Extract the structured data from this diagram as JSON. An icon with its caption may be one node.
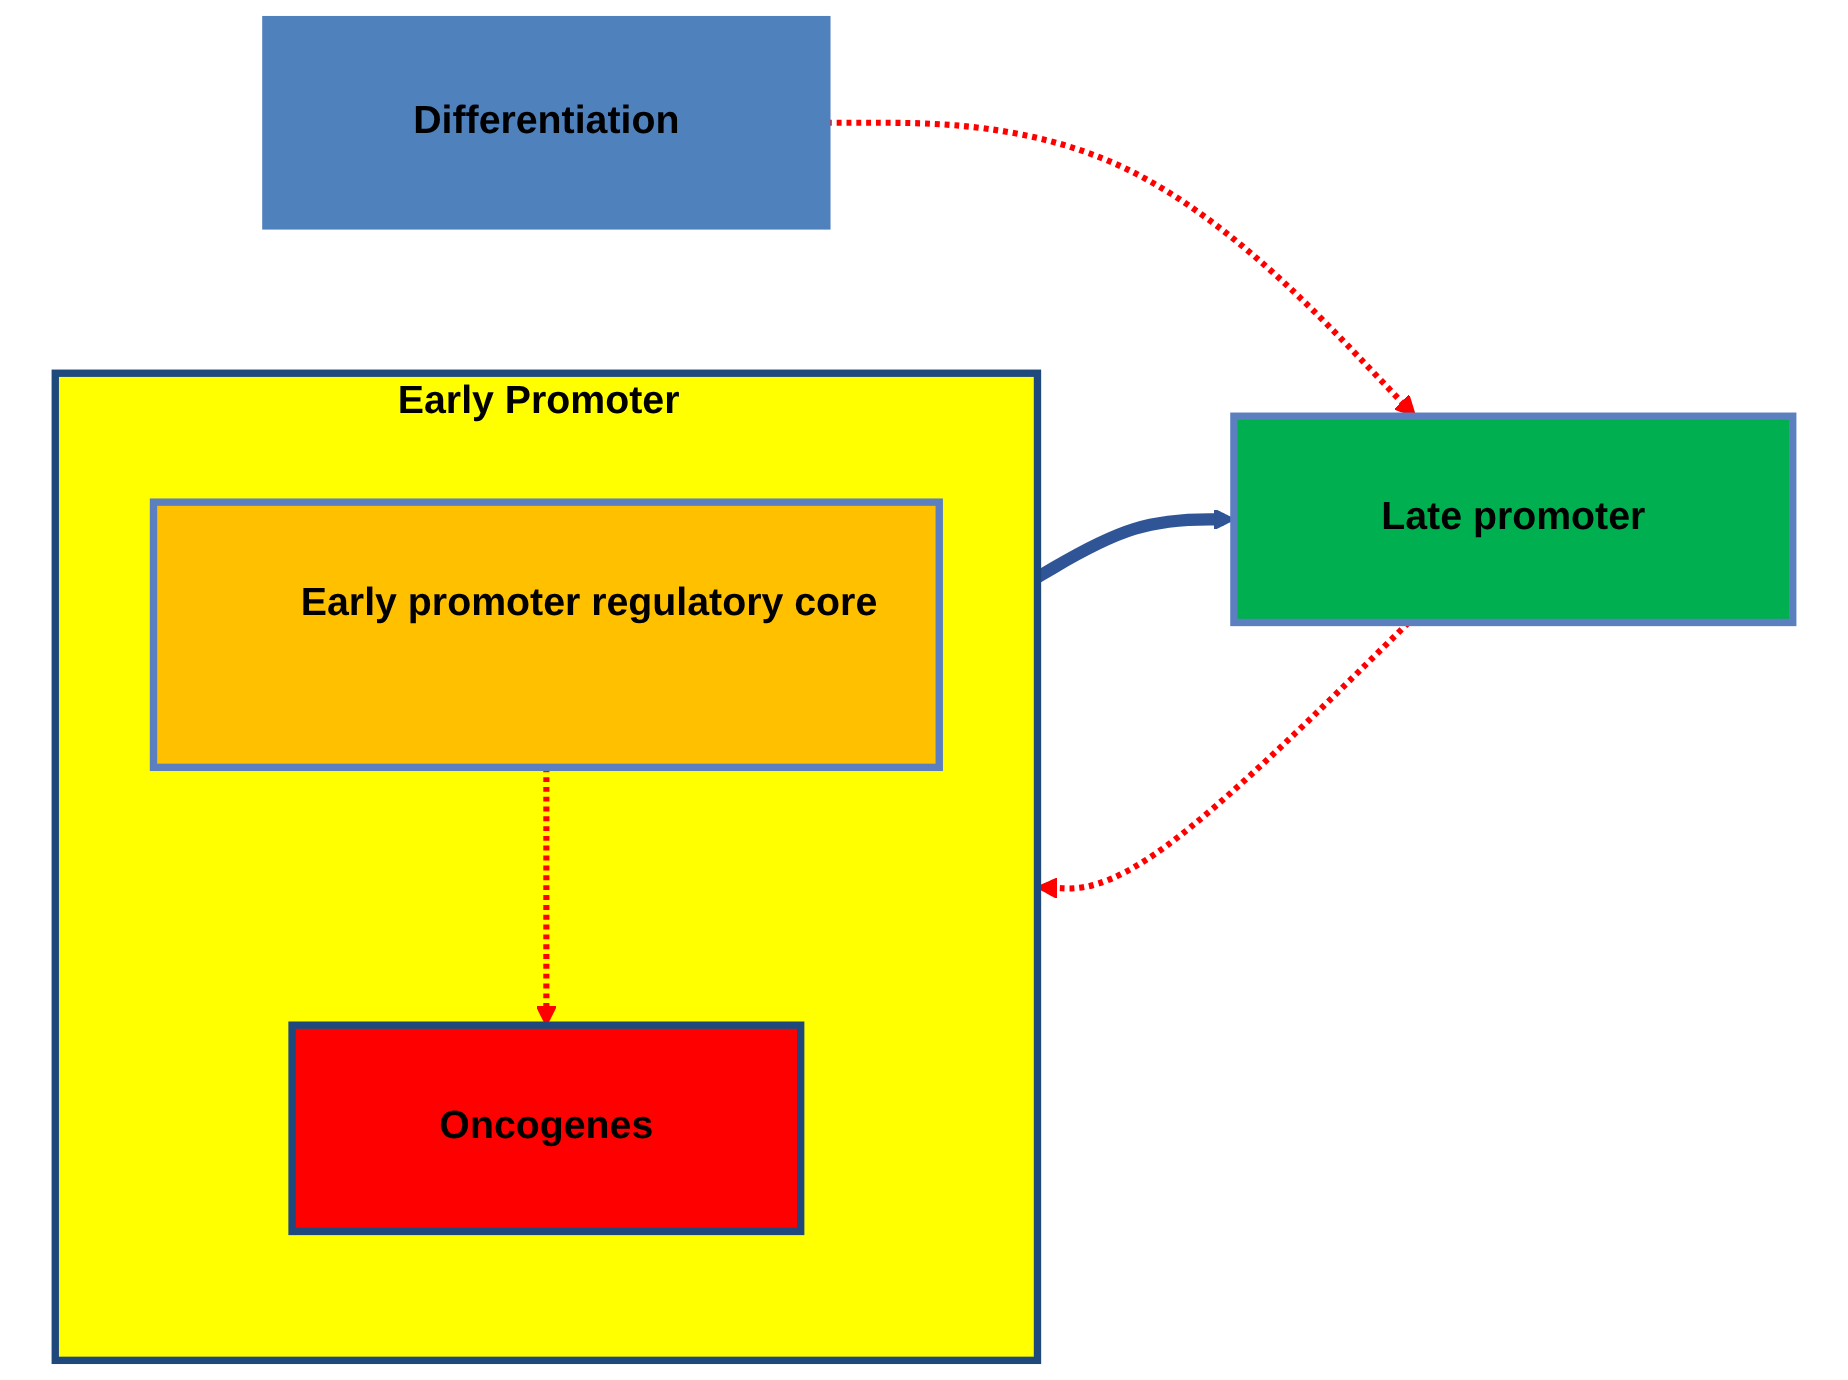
{
  "diagram": {
    "nodes": [
      {
        "text": [
          "Early Promoter"
        ]
      },
      {
        "text": [
          "Early promoter regulatory core"
        ],
        "in": 0
      },
      {
        "text": [
          "Oncogenes"
        ],
        "in": 0
      },
      {
        "text": [
          "Differentiation"
        ]
      },
      {
        "text": [
          "Late promoter"
        ]
      }
    ],
    "edges": [
      {
        "from": 1,
        "to": 2,
        "arrow": "to",
        "style": "dashed"
      },
      {
        "from": 0,
        "to": 4,
        "arrow": "to",
        "style": "thick",
        "color": "#2f5597"
      },
      {
        "from": 3,
        "to": 4,
        "arrow": "to",
        "style": "dashed"
      },
      {
        "from": 4,
        "to": 0,
        "arrow": "to",
        "style": "dashed"
      }
    ]
  }
}
